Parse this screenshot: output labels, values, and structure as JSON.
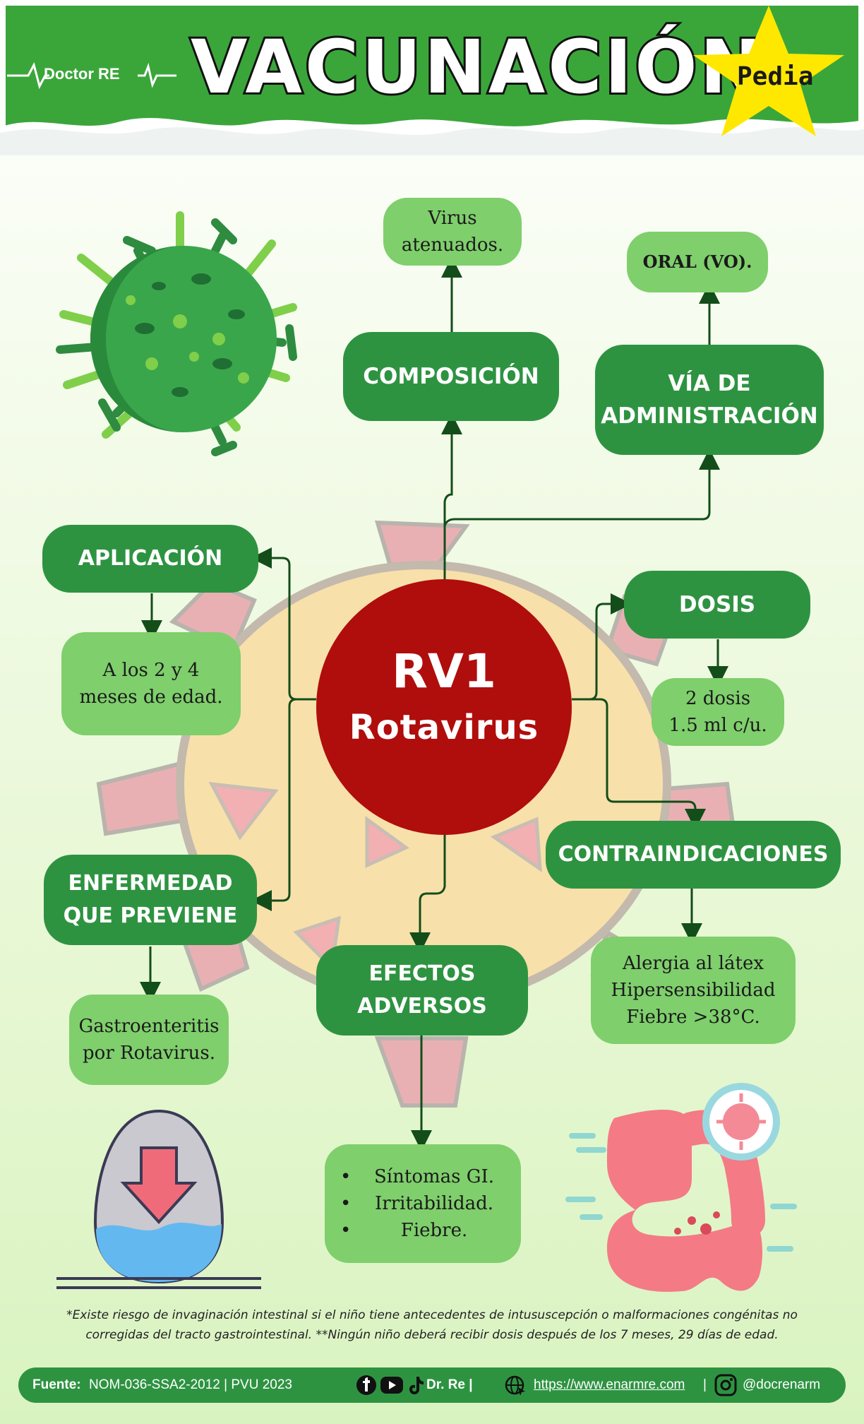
{
  "header": {
    "title": "VACUNACIÓN",
    "brand": "Doctor RE",
    "badge": "Pedia"
  },
  "center": {
    "line1": "RV1",
    "line2": "Rotavirus"
  },
  "nodes": {
    "composicion": {
      "title": "COMPOSICIÓN",
      "detail": [
        "Virus",
        "atenuados."
      ]
    },
    "via": {
      "title": [
        "VÍA DE",
        "ADMINISTRACIÓN"
      ],
      "detail": "ORAL (VO)."
    },
    "aplicacion": {
      "title": "APLICACIÓN",
      "detail": [
        "A los 2 y 4",
        "meses de edad."
      ]
    },
    "dosis": {
      "title": "DOSIS",
      "detail": [
        "2 dosis",
        "1.5 ml c/u."
      ]
    },
    "contraindicaciones": {
      "title": "CONTRAINDICACIONES",
      "detail": [
        "Alergia al látex",
        "Hipersensibilidad",
        "Fiebre >38°C."
      ]
    },
    "enfermedad": {
      "title": [
        "ENFERMEDAD",
        "QUE PREVIENE"
      ],
      "detail": [
        "Gastroenteritis",
        "por Rotavirus."
      ]
    },
    "efectos": {
      "title": [
        "EFECTOS",
        "ADVERSOS"
      ],
      "detail": [
        "Síntomas GI.",
        "Irritabilidad.",
        "Fiebre."
      ]
    }
  },
  "note": [
    "*Existe riesgo de invaginación intestinal si el niño tiene antecedentes de intususcepción o malformaciones congénitas no",
    "corregidas del tracto gastrointestinal. **Ningún niño deberá recibir dosis después de los 7 meses, 29 días de edad."
  ],
  "footer": {
    "source_label": "Fuente:",
    "source_text": "NOM-036-SSA2-2012 | PVU 2023",
    "author": "Dr. Re |",
    "url": "https://www.enarmre.com",
    "separator": "|",
    "handle": "@docrenarm"
  },
  "colors": {
    "header_green": "#3aa63a",
    "dark_box": "#2e9341",
    "light_box": "#7fcf6c",
    "center_red": "#b00d0d",
    "star_yellow": "#ffe800"
  },
  "icons": [
    "virus-illustration",
    "star-icon",
    "heartbeat-icon",
    "egg-arrow-illustration",
    "intestine-illustration",
    "facebook-icon",
    "youtube-icon",
    "tiktok-icon",
    "globe-icon",
    "instagram-icon"
  ]
}
